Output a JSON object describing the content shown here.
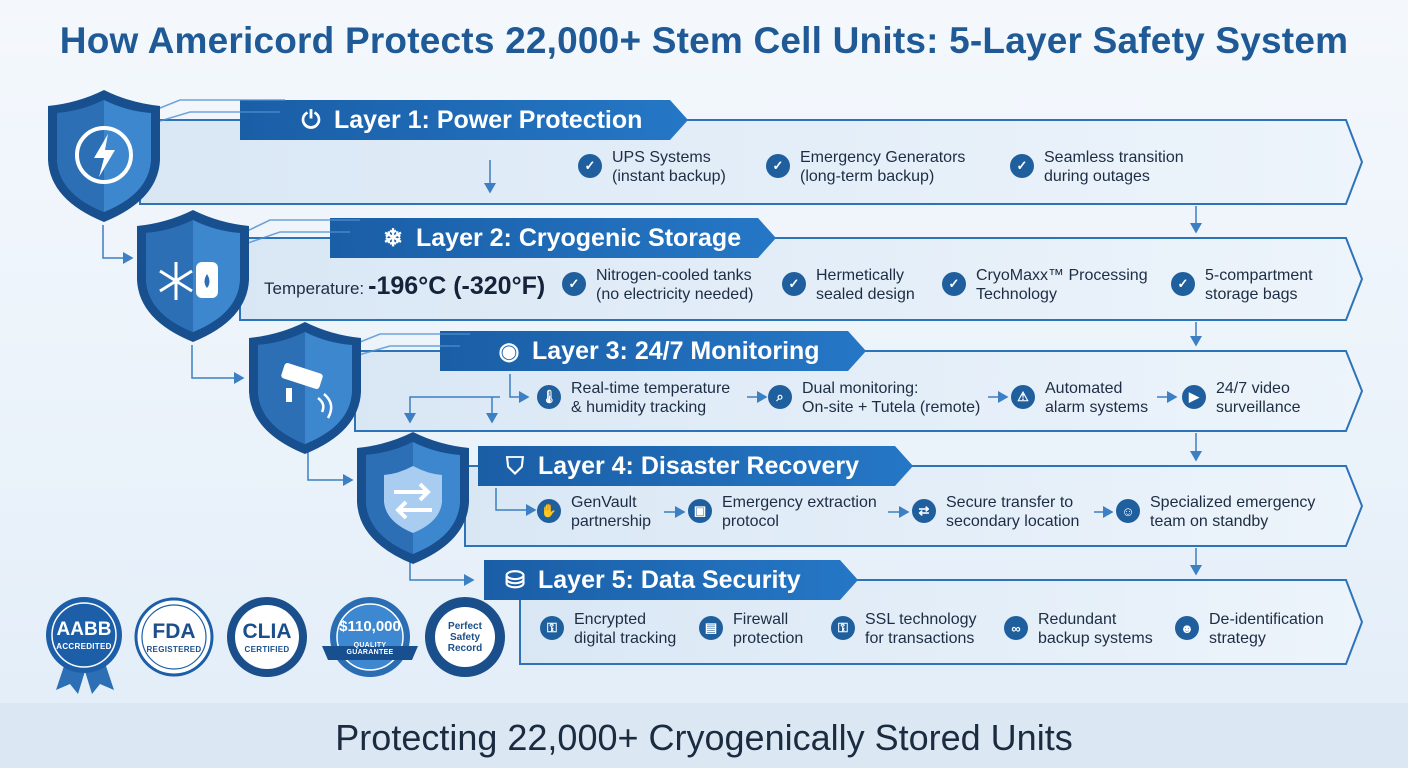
{
  "title": "How Americord Protects 22,000+ Stem Cell Units: 5-Layer Safety System",
  "footer": "Protecting 22,000+ Cryogenically Stored Units",
  "colors": {
    "title": "#1f5a96",
    "header_bar": "#1d6bb8",
    "panel_fill": "#e4eef8",
    "panel_border": "#2d73b8",
    "shield_dark": "#174f8f",
    "shield_light": "#3d87cf",
    "footer_band": "#dbe8f4"
  },
  "layers": [
    {
      "title": "Layer 1: Power Protection",
      "title_icon": "power-icon",
      "shield_icon": "lightning-bolt-icon",
      "features": [
        {
          "icon": "check-icon",
          "lines": [
            "UPS Systems",
            "(instant backup)"
          ]
        },
        {
          "icon": "check-icon",
          "lines": [
            "Emergency Generators",
            "(long-term backup)"
          ]
        },
        {
          "icon": "check-icon",
          "lines": [
            "Seamless transition",
            "during outages"
          ]
        }
      ]
    },
    {
      "title": "Layer 2: Cryogenic Storage",
      "title_icon": "snowflake-icon",
      "shield_icon": "snowflake-tank-icon",
      "temperature_label": "Temperature:",
      "temperature_value": "-196°C (-320°F)",
      "features": [
        {
          "icon": "check-icon",
          "lines": [
            "Nitrogen-cooled tanks",
            "(no electricity needed)"
          ]
        },
        {
          "icon": "check-icon",
          "lines": [
            "Hermetically",
            "sealed design"
          ]
        },
        {
          "icon": "check-icon",
          "lines": [
            "CryoMaxx™ Processing",
            "Technology"
          ]
        },
        {
          "icon": "check-icon",
          "lines": [
            "5-compartment",
            "storage bags"
          ]
        }
      ]
    },
    {
      "title": "Layer 3: 24/7 Monitoring",
      "title_icon": "eye-icon",
      "shield_icon": "security-camera-icon",
      "features": [
        {
          "icon": "thermometer-icon",
          "lines": [
            "Real-time temperature",
            "& humidity tracking"
          ]
        },
        {
          "icon": "magnifier-icon",
          "lines": [
            "Dual monitoring:",
            "On-site + Tutela (remote)"
          ]
        },
        {
          "icon": "alarm-icon",
          "lines": [
            "Automated",
            "alarm systems"
          ]
        },
        {
          "icon": "video-camera-icon",
          "lines": [
            "24/7 video",
            "surveillance"
          ]
        }
      ]
    },
    {
      "title": "Layer 4: Disaster Recovery",
      "title_icon": "shield-icon",
      "shield_icon": "transfer-arrows-icon",
      "features": [
        {
          "icon": "handshake-icon",
          "lines": [
            "GenVault",
            "partnership"
          ]
        },
        {
          "icon": "extraction-box-icon",
          "lines": [
            "Emergency extraction",
            "protocol"
          ]
        },
        {
          "icon": "transfer-icon",
          "lines": [
            "Secure transfer to",
            "secondary location"
          ]
        },
        {
          "icon": "team-icon",
          "lines": [
            "Specialized emergency",
            "team on standby"
          ]
        }
      ]
    },
    {
      "title": "Layer 5: Data Security",
      "title_icon": "database-lock-icon",
      "features": [
        {
          "icon": "lock-icon",
          "lines": [
            "Encrypted",
            "digital tracking"
          ]
        },
        {
          "icon": "firewall-icon",
          "lines": [
            "Firewall",
            "protection"
          ]
        },
        {
          "icon": "ssl-lock-icon",
          "lines": [
            "SSL technology",
            "for transactions"
          ]
        },
        {
          "icon": "chain-link-icon",
          "lines": [
            "Redundant",
            "backup systems"
          ]
        },
        {
          "icon": "user-shield-icon",
          "lines": [
            "De-identification",
            "strategy"
          ]
        }
      ]
    }
  ],
  "badges": [
    {
      "main": "AABB",
      "sub": "ACCREDITED"
    },
    {
      "main": "FDA",
      "sub": "REGISTERED"
    },
    {
      "main": "CLIA",
      "sub": "CERTIFIED"
    },
    {
      "main": "$110,000",
      "sub": "QUALITY GUARANTEE"
    },
    {
      "main": "Perfect Safety Record",
      "sub": ""
    }
  ]
}
